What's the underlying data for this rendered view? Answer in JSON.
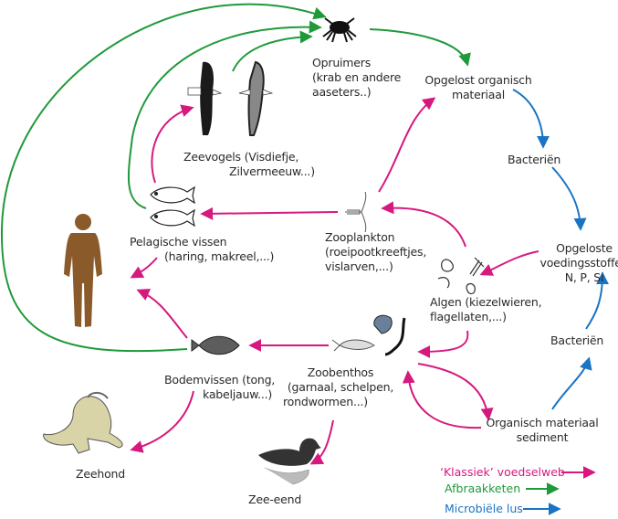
{
  "title": "Voedselweb van de Noordzee",
  "colors": {
    "classic": "#d6197f",
    "decomposition": "#1f9a3a",
    "microbial": "#1a74c4",
    "human": "#8b5a2b"
  },
  "nodes": {
    "opruimers": {
      "line1": "Opruimers",
      "line2": "(krab en andere",
      "line3": "aaseters..)",
      "icon": "crab-icon"
    },
    "opgelost_organisch": {
      "line1": "Opgelost organisch",
      "line2": "materiaal"
    },
    "bacterien_top": {
      "line1": "Bacteriën"
    },
    "zeevogels": {
      "line1": "Zeevogels (Visdiefje,",
      "line2": "Zilvermeeuw...)",
      "icon": "seabird-icon"
    },
    "pelagische_vissen": {
      "line1": "Pelagische vissen",
      "line2": "(haring, makreel,...)",
      "icon": "fish-icon"
    },
    "zooplankton": {
      "line1": "Zooplankton",
      "line2": "(roeipootkreeftjes,",
      "line3": "vislarven,...)",
      "icon": "copepod-icon"
    },
    "opgeloste_voedingsstoffen": {
      "line1": "Opgeloste",
      "line2": "voedingsstoffen",
      "line3": "N, P, Si"
    },
    "algen": {
      "line1": "Algen (kiezelwieren,",
      "line2": "flagellaten,...)",
      "icon": "algae-icon"
    },
    "bacterien_bottom": {
      "line1": "Bacteriën"
    },
    "mens": {
      "icon": "human-icon"
    },
    "bodemvissen": {
      "line1": "Bodemvissen (tong,",
      "line2": "kabeljauw...)",
      "icon": "flatfish-icon"
    },
    "zoobenthos": {
      "line1": "Zoobenthos",
      "line2": "(garnaal, schelpen,",
      "line3": "rondwormen...)",
      "icon": "shrimp-shell-worm-icon"
    },
    "organisch_sediment": {
      "line1": "Organisch materiaal",
      "line2": "sediment"
    },
    "zeehond": {
      "line1": "Zeehond",
      "icon": "seal-icon"
    },
    "zee_eend": {
      "line1": "Zee-eend",
      "icon": "duck-icon"
    }
  },
  "legend": [
    {
      "label": "‘Klassiek’ voedselweb",
      "type": "classic"
    },
    {
      "label": "Afbraakketen",
      "type": "decomposition"
    },
    {
      "label": "Microbiële lus",
      "type": "microbial"
    }
  ]
}
